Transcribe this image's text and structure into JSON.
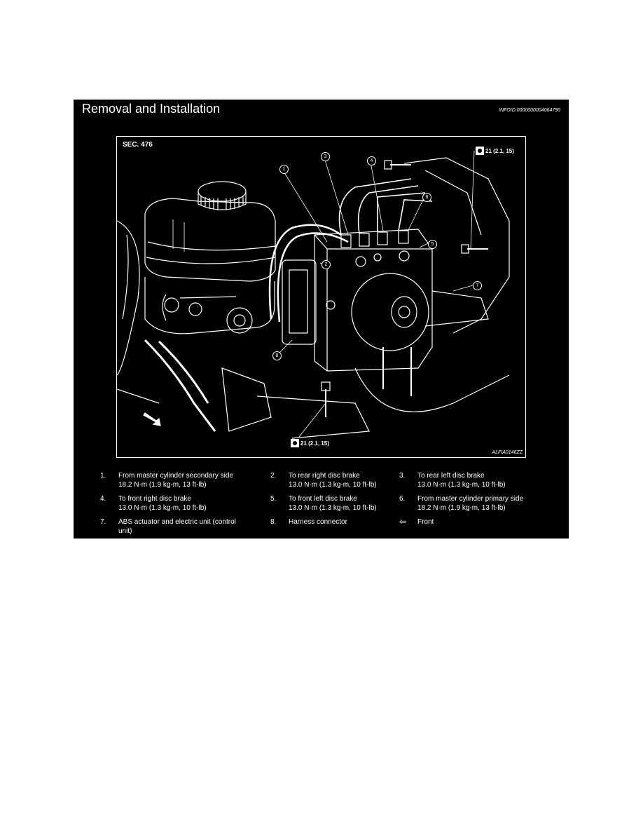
{
  "panel": {
    "title": "Removal and Installation",
    "info_id": "INFOID:0000000004064790"
  },
  "figure": {
    "section": "SEC. 476",
    "figure_id": "ALFIA0146ZZ",
    "torque_top": "21 (2.1, 15)",
    "torque_bottom": "21 (2.1, 15)",
    "callouts": [
      "1",
      "2",
      "3",
      "4",
      "5",
      "6",
      "7",
      "8"
    ]
  },
  "legend": {
    "items": [
      {
        "num": "1.",
        "text": "From master cylinder secondary side",
        "sub": "18.2 N·m (1.9 kg-m, 13 ft-lb)"
      },
      {
        "num": "2.",
        "text": "To rear right disc brake",
        "sub": "13.0 N·m (1.3 kg-m, 10 ft-lb)"
      },
      {
        "num": "3.",
        "text": "To rear left disc brake",
        "sub": "13.0 N·m (1.3 kg-m, 10 ft-lb)"
      },
      {
        "num": "4.",
        "text": "To front right disc brake",
        "sub": "13.0 N·m (1.3 kg-m, 10 ft-lb)"
      },
      {
        "num": "5.",
        "text": "To front left disc brake",
        "sub": "13.0 N·m (1.3 kg-m, 10 ft-lb)"
      },
      {
        "num": "6.",
        "text": "From master cylinder primary side",
        "sub": "18.2 N·m (1.9 kg-m, 13 ft-lb)"
      },
      {
        "num": "7.",
        "text": "ABS actuator and electric unit (control",
        "sub": "unit)"
      },
      {
        "num": "8.",
        "text": "Harness connector",
        "sub": ""
      },
      {
        "num": "⇦",
        "text": "Front",
        "sub": ""
      }
    ]
  }
}
